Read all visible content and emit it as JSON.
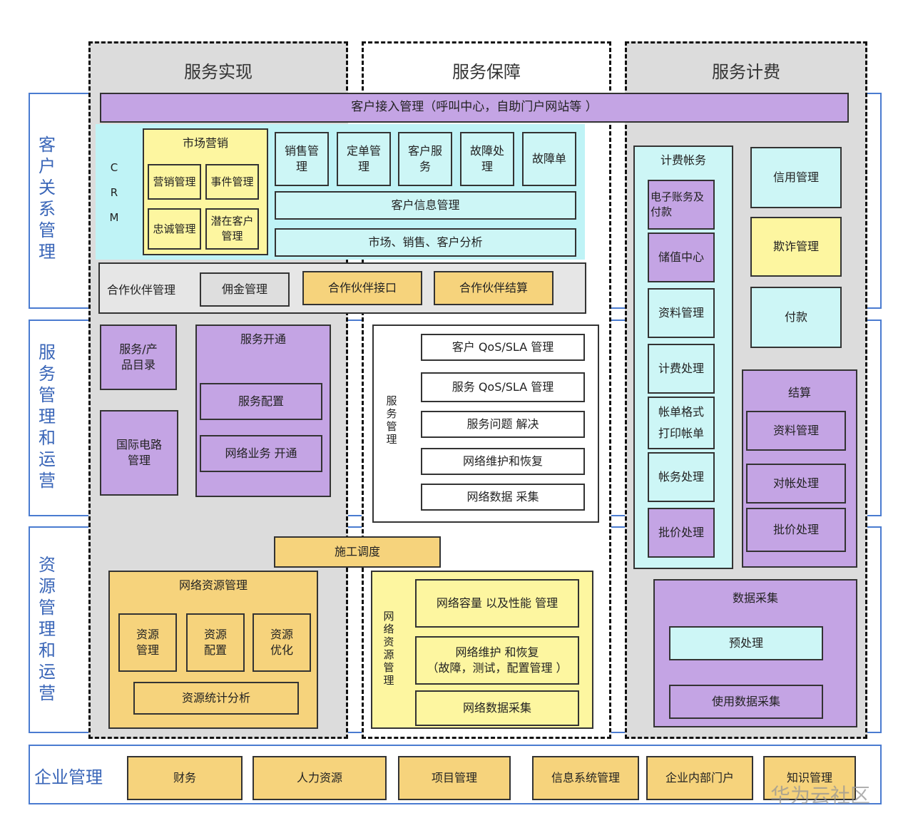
{
  "columns": {
    "service_realization": "服务实现",
    "service_assurance": "服务保障",
    "service_billing": "服务计费"
  },
  "bands": {
    "crm": "客户关系管理",
    "service_ops": "服务管理和运营",
    "resource_ops": "资源管理和运营",
    "enterprise": "企业管理"
  },
  "customer_access": "客户接入管理（呼叫中心，自助门户网站等 ）",
  "crm": {
    "label": "C R M",
    "marketing": {
      "title": "市场营销",
      "items": [
        "营销管理",
        "事件管理",
        "忠诚管理",
        "潜在客户管理"
      ]
    },
    "modules": [
      "销售管\n理",
      "定单管\n理",
      "客户服\n务",
      "故障处\n理",
      "故障单"
    ],
    "customer_info": "客户信息管理",
    "analysis": "市场、销售、客户分析"
  },
  "partner": {
    "title": "合作伙伴管理",
    "commission": "佣金管理",
    "interface": "合作伙伴接口",
    "settlement": "合作伙伴结算"
  },
  "service_mgmt": {
    "catalog": "服务/产\n品目录",
    "intl_circuit": "国际电路\n管理",
    "provisioning": {
      "title": "服务开通",
      "config": "服务配置",
      "network": "网络业务 开通"
    },
    "assurance_label": "服务管理",
    "assurance_items": [
      "客户 QoS/SLA 管理",
      "服务 QoS/SLA 管理",
      "服务问题 解决",
      "网络维护和恢复",
      "网络数据 采集"
    ]
  },
  "construction": "施工调度",
  "resource": {
    "title": "网络资源管理",
    "items": [
      "资源\n管理",
      "资源\n配置",
      "资源\n优化"
    ],
    "stats": "资源统计分析",
    "assurance_label": "网络资源管理",
    "assurance_items": [
      "网络容量 以及性能 管理",
      "网络维护 和恢复\n（故障，测试，配置管理 ）",
      "网络数据采集"
    ]
  },
  "billing": {
    "accounts_title": "计费帐务",
    "accounts_items": [
      "电子账务及\n付款",
      "储值中心",
      "资料管理",
      "计费处理",
      "帐单格式\n打印帐单",
      "帐务处理",
      "批价处理"
    ],
    "credit": "信用管理",
    "fraud": "欺诈管理",
    "payment": "付款",
    "settlement_title": "结算",
    "settlement_items": [
      "资料管理",
      "对帐处理",
      "批价处理"
    ],
    "collection_title": "数据采集",
    "preprocess": "预处理",
    "usage": "使用数据采集"
  },
  "enterprise_items": [
    "财务",
    "人力资源",
    "项目管理",
    "信息系统管理",
    "企业内部门户",
    "知识管理"
  ],
  "watermark": "华为云社区",
  "colors": {
    "purple": "#c4a4e4",
    "yellow": "#fdf6a0",
    "orange": "#f6d37c",
    "cyan": "#cdf6f6",
    "band_border": "#4a7bd0"
  }
}
